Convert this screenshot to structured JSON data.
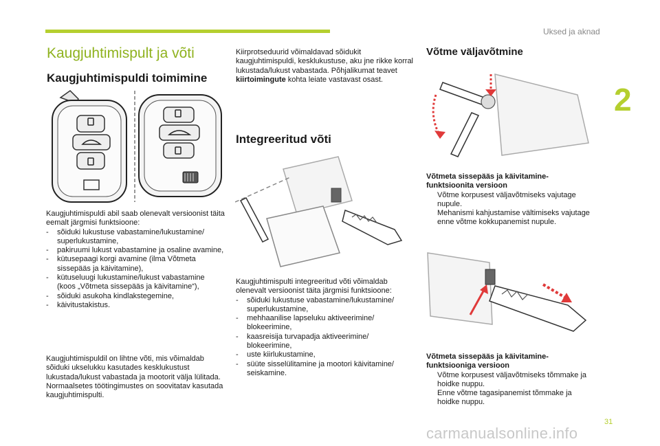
{
  "header": {
    "chapter_title": "Uksed ja aknad",
    "chapter_number": "2",
    "accent_color": "#b5cf2f"
  },
  "page_number": "31",
  "watermark": "carmanualsonline.info",
  "left": {
    "main_title": "Kaugjuhtimispult ja võti",
    "section_title": "Kaugjuhtimispuldi toimimine",
    "intro": "Kaugjuhtimispuldi abil saab olenevalt versioonist täita eemalt järgmisi funktsioone:",
    "functions": [
      "sõiduki lukustuse vabastamine/lukustamine/ superlukustamine,",
      "pakiruumi lukust vabastamine ja osaline avamine,",
      "kütusepaagi korgi avamine (ilma Võtmeta sissepääs ja käivitamine),",
      "kütuseluugi lukustamine/lukust vabastamine (koos „Võtmeta sissepääs ja käivitamine“),",
      "sõiduki asukoha kindlakstegemine,",
      "käivitustakistus."
    ],
    "paragraph2_lines": [
      "Kaugjuhtimispuldil on lihtne võti, mis võimaldab sõiduki ukselukku kasutades kesklukustust lukustada/lukust vabastada ja mootorit välja lülitada.",
      "Normaalsetes töötingimustes on soovitatav kasutada kaugjuhtimispulti."
    ]
  },
  "middle": {
    "top_paragraph_before_bold": "Kiirprotseduurid võimaldavad sõidukit kaugjuhtimispuldi, kesklukustuse, aku jne rikke korral lukustada/lukust vabastada. Põhjalikumat teavet ",
    "top_paragraph_bold": "kiirtoimingute",
    "top_paragraph_after_bold": " kohta leiate vastavast osast.",
    "section_title": "Integreeritud võti",
    "intro": "Kaugjuhtimispulti integreeritud võti võimaldab olenevalt versioonist täita järgmisi funktsioone:",
    "functions": [
      "sõiduki lukustuse vabastamine/lukustamine/ superlukustamine,",
      "mehhaanilise lapseluku aktiveerimine/ blokeerimine,",
      "kaasreisija turvapadja aktiveerimine/ blokeerimine,",
      "uste kiirlukustamine,",
      "süüte sisselülitamine ja mootori käivitamine/ seiskamine."
    ]
  },
  "right": {
    "section_title": "Võtme väljavõtmine",
    "block1_title": "Võtmeta sissepääs ja käivitamine-funktsioonita versioon",
    "block1_items": [
      "Võtme korpusest väljavõtmiseks vajutage nupule.",
      "Mehanismi kahjustamise vältimiseks vajutage enne võtme kokkupanemist nupule."
    ],
    "block2_title": "Võtmeta sissepääs ja käivitamine-funktsiooniga versioon",
    "block2_items": [
      "Võtme korpusest väljavõtmiseks tõmmake ja hoidke nuppu.",
      "Enne võtme tagasipanemist tõmmake ja hoidke nuppu."
    ]
  },
  "markers": {
    "dash": "-",
    "bullet": ""
  }
}
